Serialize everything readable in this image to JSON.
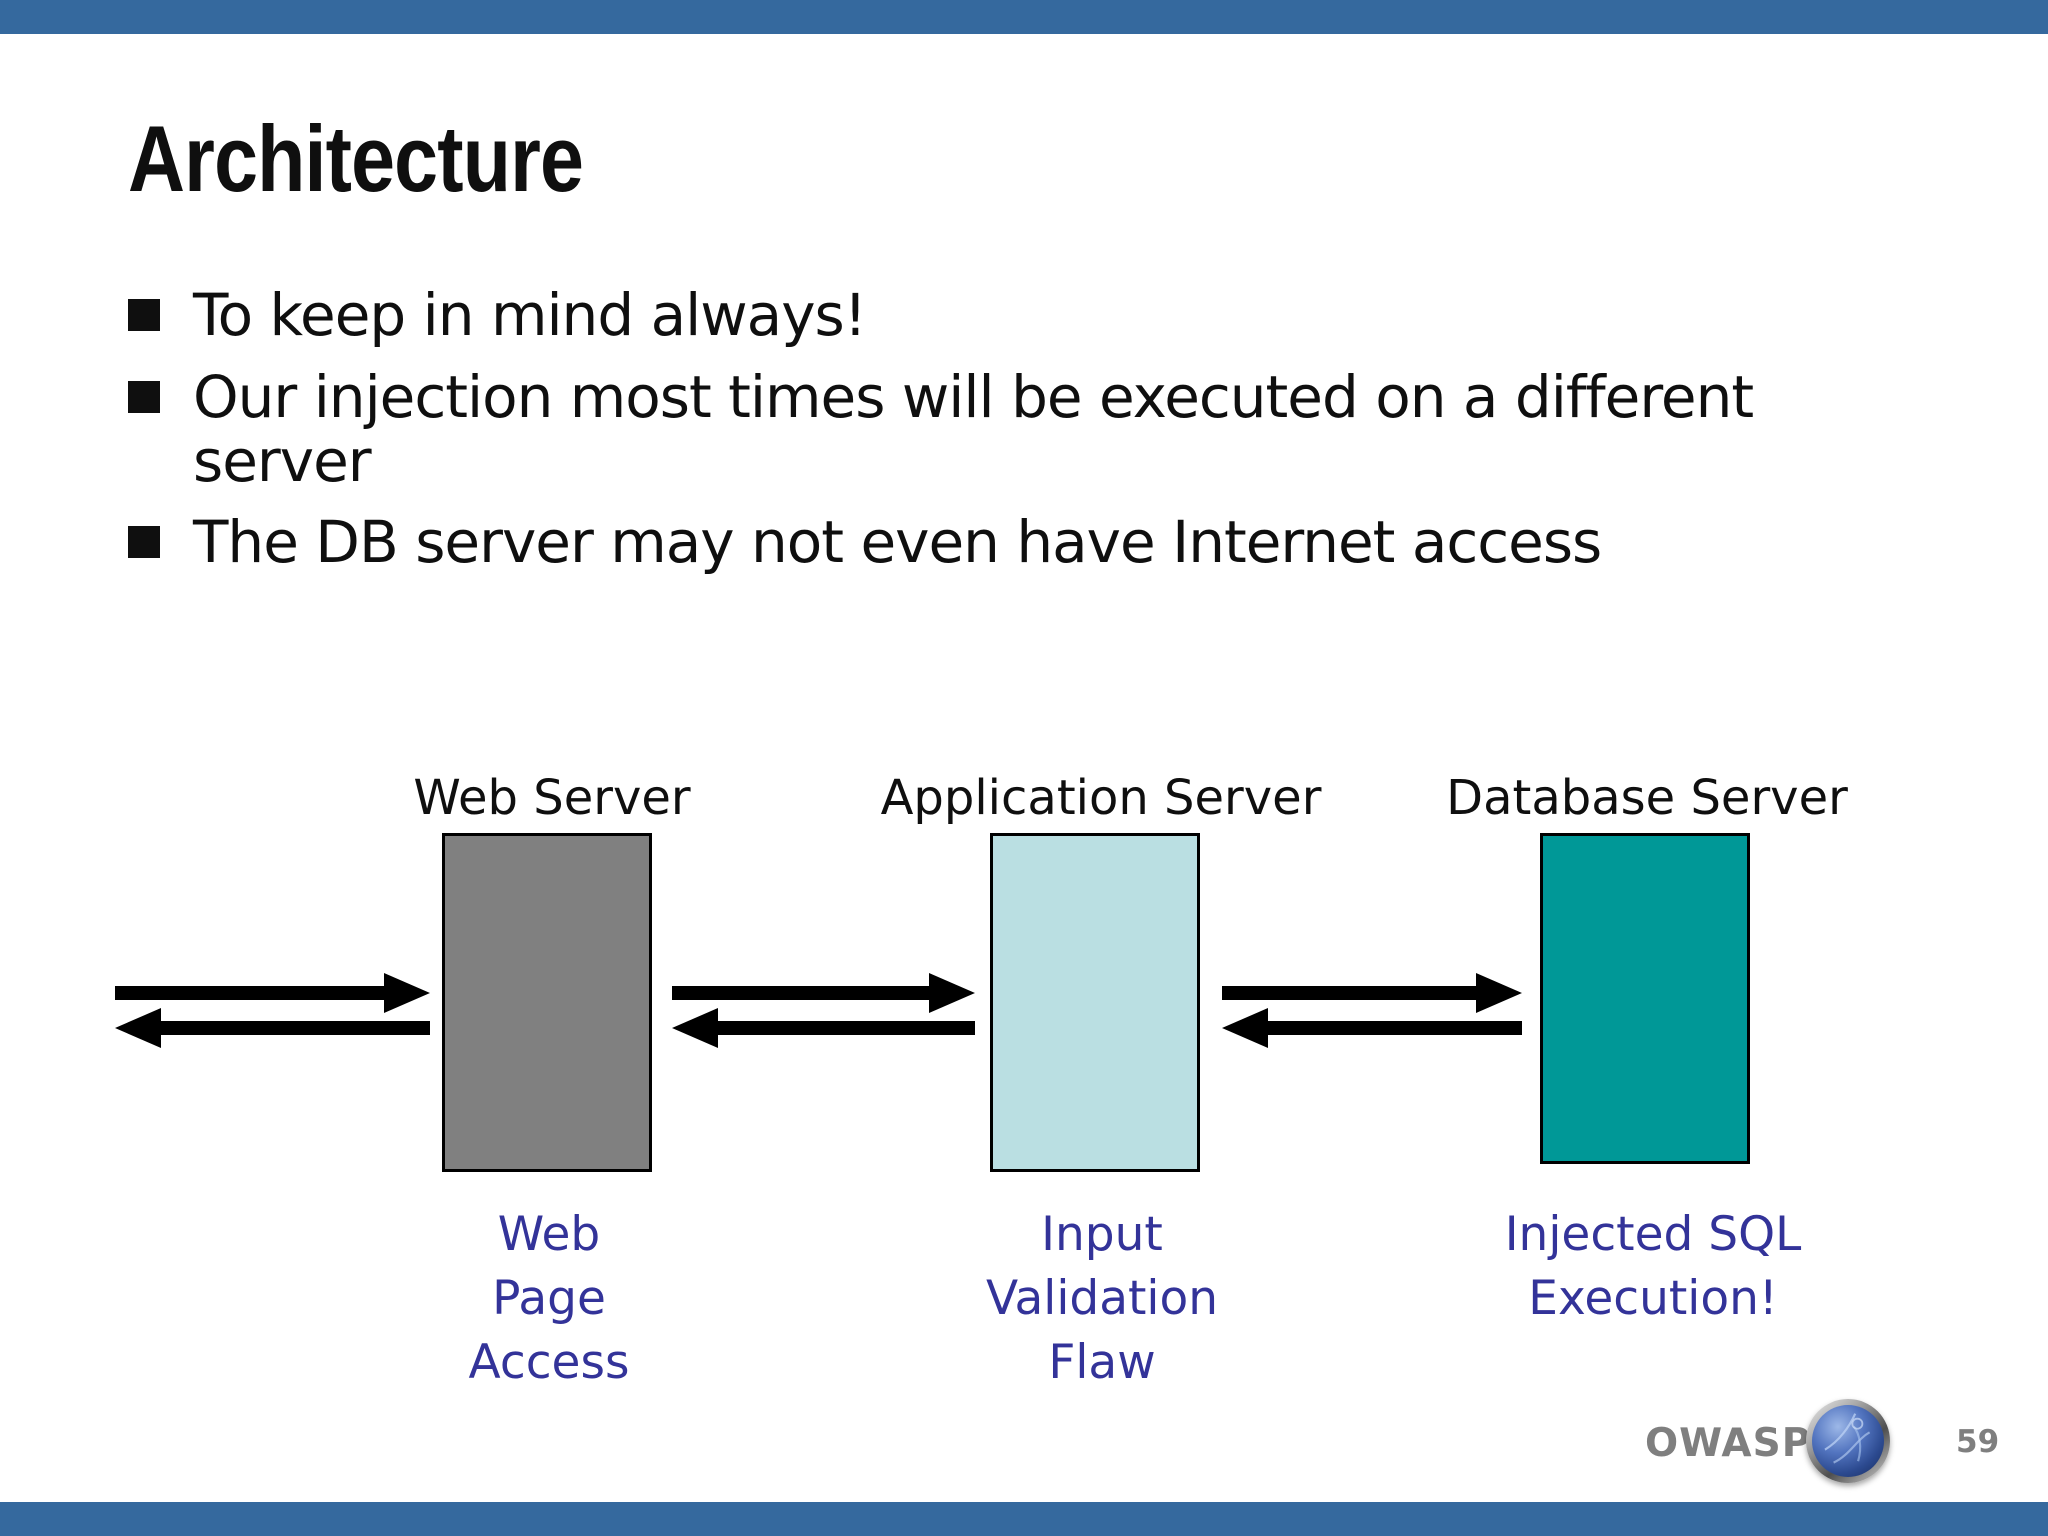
{
  "slide": {
    "title": "Architecture",
    "bullets": [
      "To keep in mind always!",
      "Our injection most times will be executed on a different server",
      "The DB server may not even have Internet access"
    ],
    "diagram": {
      "servers": [
        {
          "label": "Web Server",
          "caption": "Web\nPage\nAccess",
          "fill": "#808080"
        },
        {
          "label": "Application Server",
          "caption": "Input\nValidation\nFlaw",
          "fill": "#badfe2"
        },
        {
          "label": "Database Server",
          "caption": "Injected SQL\nExecution!",
          "fill": "#009897"
        }
      ],
      "arrows": [
        {
          "name": "client-to-web-request",
          "direction": "right"
        },
        {
          "name": "web-to-client-response",
          "direction": "left"
        },
        {
          "name": "web-to-app-request",
          "direction": "right"
        },
        {
          "name": "app-to-web-response",
          "direction": "left"
        },
        {
          "name": "app-to-db-request",
          "direction": "right"
        },
        {
          "name": "db-to-app-response",
          "direction": "left"
        }
      ]
    },
    "footer": {
      "brand": "OWASP",
      "page_number": "59"
    },
    "colors": {
      "bar_blue": "#35699e",
      "text_black": "#0f0f0f",
      "caption_blue": "#333399",
      "web_fill": "#808080",
      "app_fill": "#badfe2",
      "db_fill": "#009897",
      "arrow_black": "#000000",
      "footer_gray": "#7f7f7f"
    }
  }
}
